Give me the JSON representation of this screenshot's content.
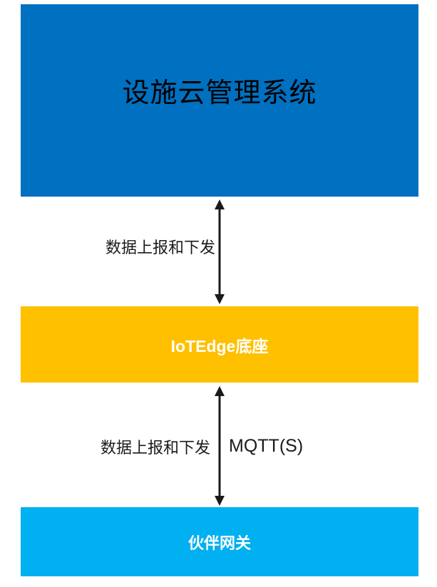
{
  "diagram": {
    "background": "#FFFFFF",
    "arrow_color": "#1a1a1a",
    "boxes": {
      "cloud": {
        "label": "设施云管理系统",
        "fill": "#0070C0",
        "text_color": "#000000"
      },
      "edge": {
        "label": "IoTEdge底座",
        "fill": "#FFC000",
        "text_color": "#FFFFFF"
      },
      "gateway": {
        "label": "伙伴网关",
        "fill": "#00B0F0",
        "text_color": "#FFFFFF"
      }
    },
    "links": {
      "cloud_edge": {
        "label": "数据上报和下发"
      },
      "edge_gateway": {
        "label": "数据上报和下发",
        "protocol": "MQTT(S)"
      }
    }
  }
}
